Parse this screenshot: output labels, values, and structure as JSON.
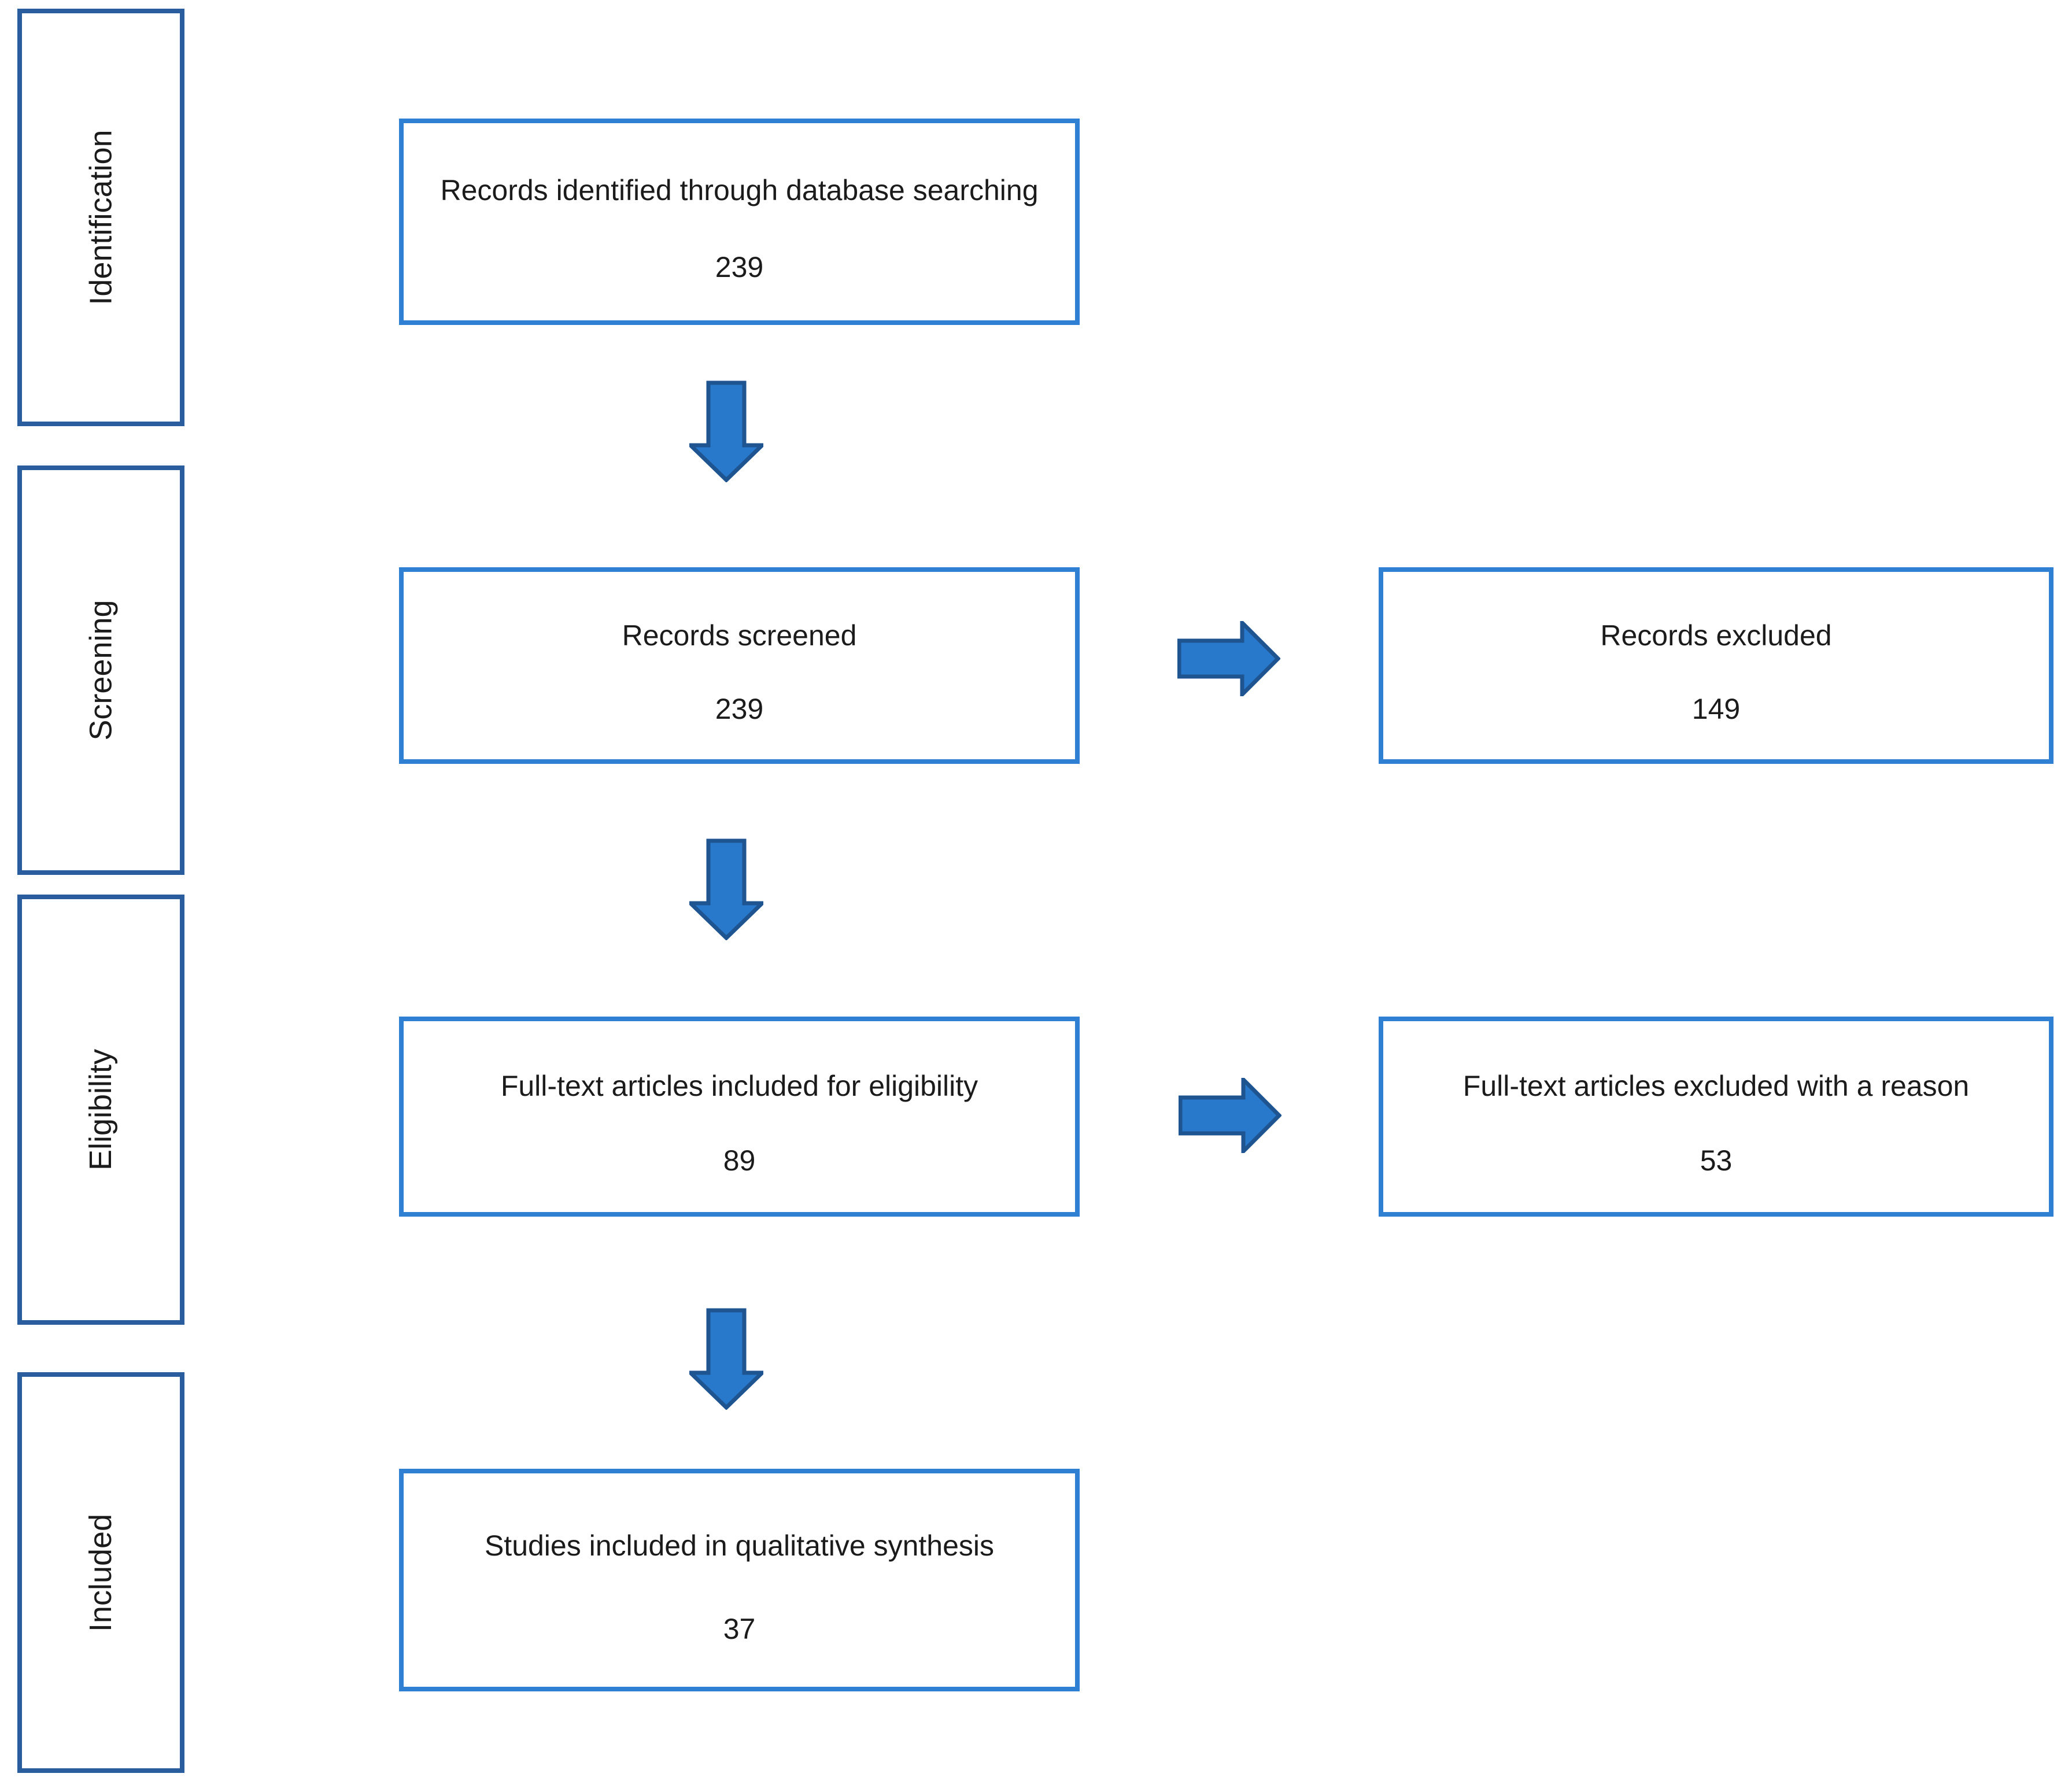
{
  "diagram": {
    "stages": [
      {
        "label": "Identification"
      },
      {
        "label": "Screening"
      },
      {
        "label": "Eligibility"
      },
      {
        "label": "Included"
      }
    ],
    "nodes": [
      {
        "title": "Records identified through database searching",
        "count": "239"
      },
      {
        "title": "Records screened",
        "count": "239"
      },
      {
        "title": "Records excluded",
        "count": "149"
      },
      {
        "title": "Full-text articles included for eligibility",
        "count": "89"
      },
      {
        "title": "Full-text articles excluded with a reason",
        "count": "53"
      },
      {
        "title": "Studies included in qualitative synthesis",
        "count": "37"
      }
    ],
    "colors": {
      "background": "#ffffff",
      "text": "#1b1b1b",
      "stage_border": "#2a5d9e",
      "node_border": "#2f80d2",
      "arrow_fill": "#2878cb",
      "arrow_stroke": "#1e5591"
    }
  }
}
